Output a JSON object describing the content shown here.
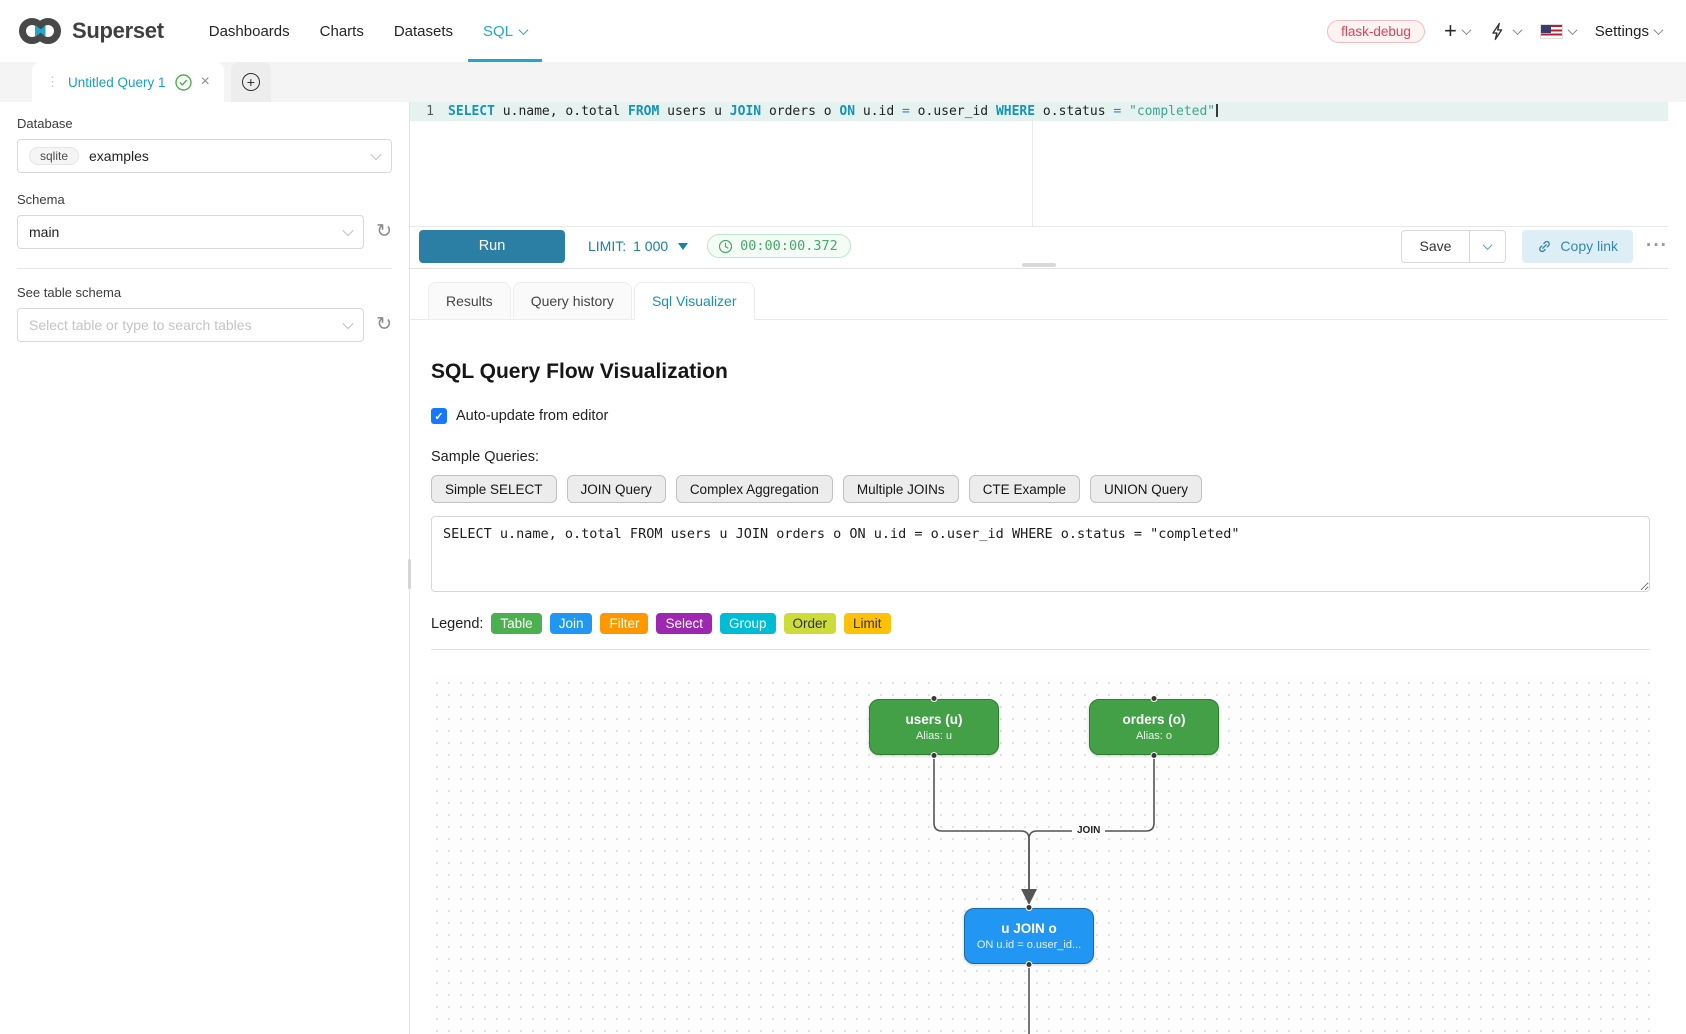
{
  "navbar": {
    "brand": "Superset",
    "items": [
      {
        "label": "Dashboards"
      },
      {
        "label": "Charts"
      },
      {
        "label": "Datasets"
      },
      {
        "label": "SQL"
      }
    ],
    "environment_badge": "flask-debug",
    "settings_label": "Settings"
  },
  "query_tab": {
    "title": "Untitled Query 1"
  },
  "sidebar": {
    "database_label": "Database",
    "database_engine": "sqlite",
    "database_value": "examples",
    "schema_label": "Schema",
    "schema_value": "main",
    "table_label": "See table schema",
    "table_placeholder": "Select table or type to search tables"
  },
  "editor": {
    "line_number": "1",
    "tokens": [
      {
        "text": "SELECT "
      },
      {
        "text": "u.name, o.total "
      },
      {
        "text": "FROM "
      },
      {
        "text": "users u "
      },
      {
        "text": "JOIN "
      },
      {
        "text": "orders o "
      },
      {
        "text": "ON "
      },
      {
        "text": "u.id "
      },
      {
        "text": "= "
      },
      {
        "text": "o.user_id "
      },
      {
        "text": "WHERE "
      },
      {
        "text": "o.status "
      },
      {
        "text": "= "
      },
      {
        "text": "\"completed\""
      }
    ]
  },
  "toolbar": {
    "run_label": "Run",
    "limit_label": "LIMIT:",
    "limit_value": "1 000",
    "timer": "00:00:00.372",
    "save_label": "Save",
    "copy_link_label": "Copy link"
  },
  "result_tabs": [
    {
      "label": "Results"
    },
    {
      "label": "Query history"
    },
    {
      "label": "Sql Visualizer"
    }
  ],
  "visualizer": {
    "title": "SQL Query Flow Visualization",
    "auto_update_label": "Auto-update from editor",
    "auto_update_checked": true,
    "sample_queries_label": "Sample Queries:",
    "sample_buttons": [
      "Simple SELECT",
      "JOIN Query",
      "Complex Aggregation",
      "Multiple JOINs",
      "CTE Example",
      "UNION Query"
    ],
    "query_text": "SELECT u.name, o.total FROM users u JOIN orders o ON u.id = o.user_id WHERE o.status = \"completed\"",
    "legend_label": "Legend:",
    "legend": [
      {
        "label": "Table",
        "style": "background:#4caf50;color:#ffffff"
      },
      {
        "label": "Join",
        "style": "background:#2196f3;color:#ffffff"
      },
      {
        "label": "Filter",
        "style": "background:#ff9800;color:#ffffff"
      },
      {
        "label": "Select",
        "style": "background:#9c27b0;color:#ffffff"
      },
      {
        "label": "Group",
        "style": "background:#00bcd4;color:#ffffff"
      },
      {
        "label": "Order",
        "style": "background:#cddc39;color:#333333"
      },
      {
        "label": "Limit",
        "style": "background:#ffc107;color:#333333"
      }
    ],
    "flow": {
      "edge_label": "JOIN",
      "nodes": [
        {
          "title": "users (u)",
          "subtitle": "Alias: u",
          "style": "background:#43a047;border-color:#2e7d32"
        },
        {
          "title": "orders (o)",
          "subtitle": "Alias: o",
          "style": "background:#43a047;border-color:#2e7d32"
        },
        {
          "title": "u JOIN o",
          "subtitle": "ON u.id = o.user_id...",
          "style": "background:#2196f3;border-color:#1769aa"
        }
      ]
    }
  }
}
